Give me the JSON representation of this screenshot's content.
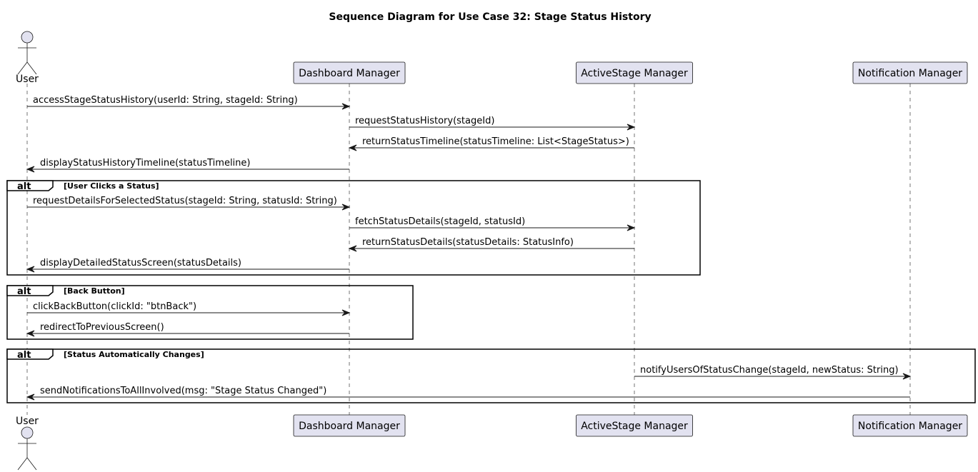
{
  "diagram": {
    "title": "Sequence Diagram for Use Case 32: Stage Status History",
    "participants": [
      {
        "id": "user",
        "label": "User",
        "kind": "actor"
      },
      {
        "id": "dash",
        "label": "Dashboard Manager",
        "kind": "box"
      },
      {
        "id": "active",
        "label": "ActiveStage Manager",
        "kind": "box"
      },
      {
        "id": "notif",
        "label": "Notification Manager",
        "kind": "box"
      }
    ],
    "messages": [
      {
        "from": "user",
        "to": "dash",
        "text": "accessStageStatusHistory(userId: String, stageId: String)"
      },
      {
        "from": "dash",
        "to": "active",
        "text": "requestStatusHistory(stageId)"
      },
      {
        "from": "active",
        "to": "dash",
        "text": "returnStatusTimeline(statusTimeline: List<StageStatus>)"
      },
      {
        "from": "dash",
        "to": "user",
        "text": "displayStatusHistoryTimeline(statusTimeline)"
      },
      {
        "from": "user",
        "to": "dash",
        "text": "requestDetailsForSelectedStatus(stageId: String, statusId: String)"
      },
      {
        "from": "dash",
        "to": "active",
        "text": "fetchStatusDetails(stageId, statusId)"
      },
      {
        "from": "active",
        "to": "dash",
        "text": "returnStatusDetails(statusDetails: StatusInfo)"
      },
      {
        "from": "dash",
        "to": "user",
        "text": "displayDetailedStatusScreen(statusDetails)"
      },
      {
        "from": "user",
        "to": "dash",
        "text": "clickBackButton(clickId: \"btnBack\")"
      },
      {
        "from": "dash",
        "to": "user",
        "text": "redirectToPreviousScreen()"
      },
      {
        "from": "active",
        "to": "notif",
        "text": "notifyUsersOfStatusChange(stageId, newStatus: String)"
      },
      {
        "from": "notif",
        "to": "user",
        "text": "sendNotificationsToAllInvolved(msg: \"Stage Status Changed\")"
      }
    ],
    "fragments": [
      {
        "label": "alt",
        "condition": "[User Clicks a Status]",
        "first_message": 4,
        "last_message": 7,
        "right_participant": "active"
      },
      {
        "label": "alt",
        "condition": "[Back Button]",
        "first_message": 8,
        "last_message": 9,
        "right_participant": "dash"
      },
      {
        "label": "alt",
        "condition": "[Status Automatically Changes]",
        "first_message": 10,
        "last_message": 11,
        "right_participant": "notif"
      }
    ],
    "colors": {
      "participant_fill": "#E2E2F0",
      "line": "#181818",
      "background": "#FFFFFF"
    }
  }
}
